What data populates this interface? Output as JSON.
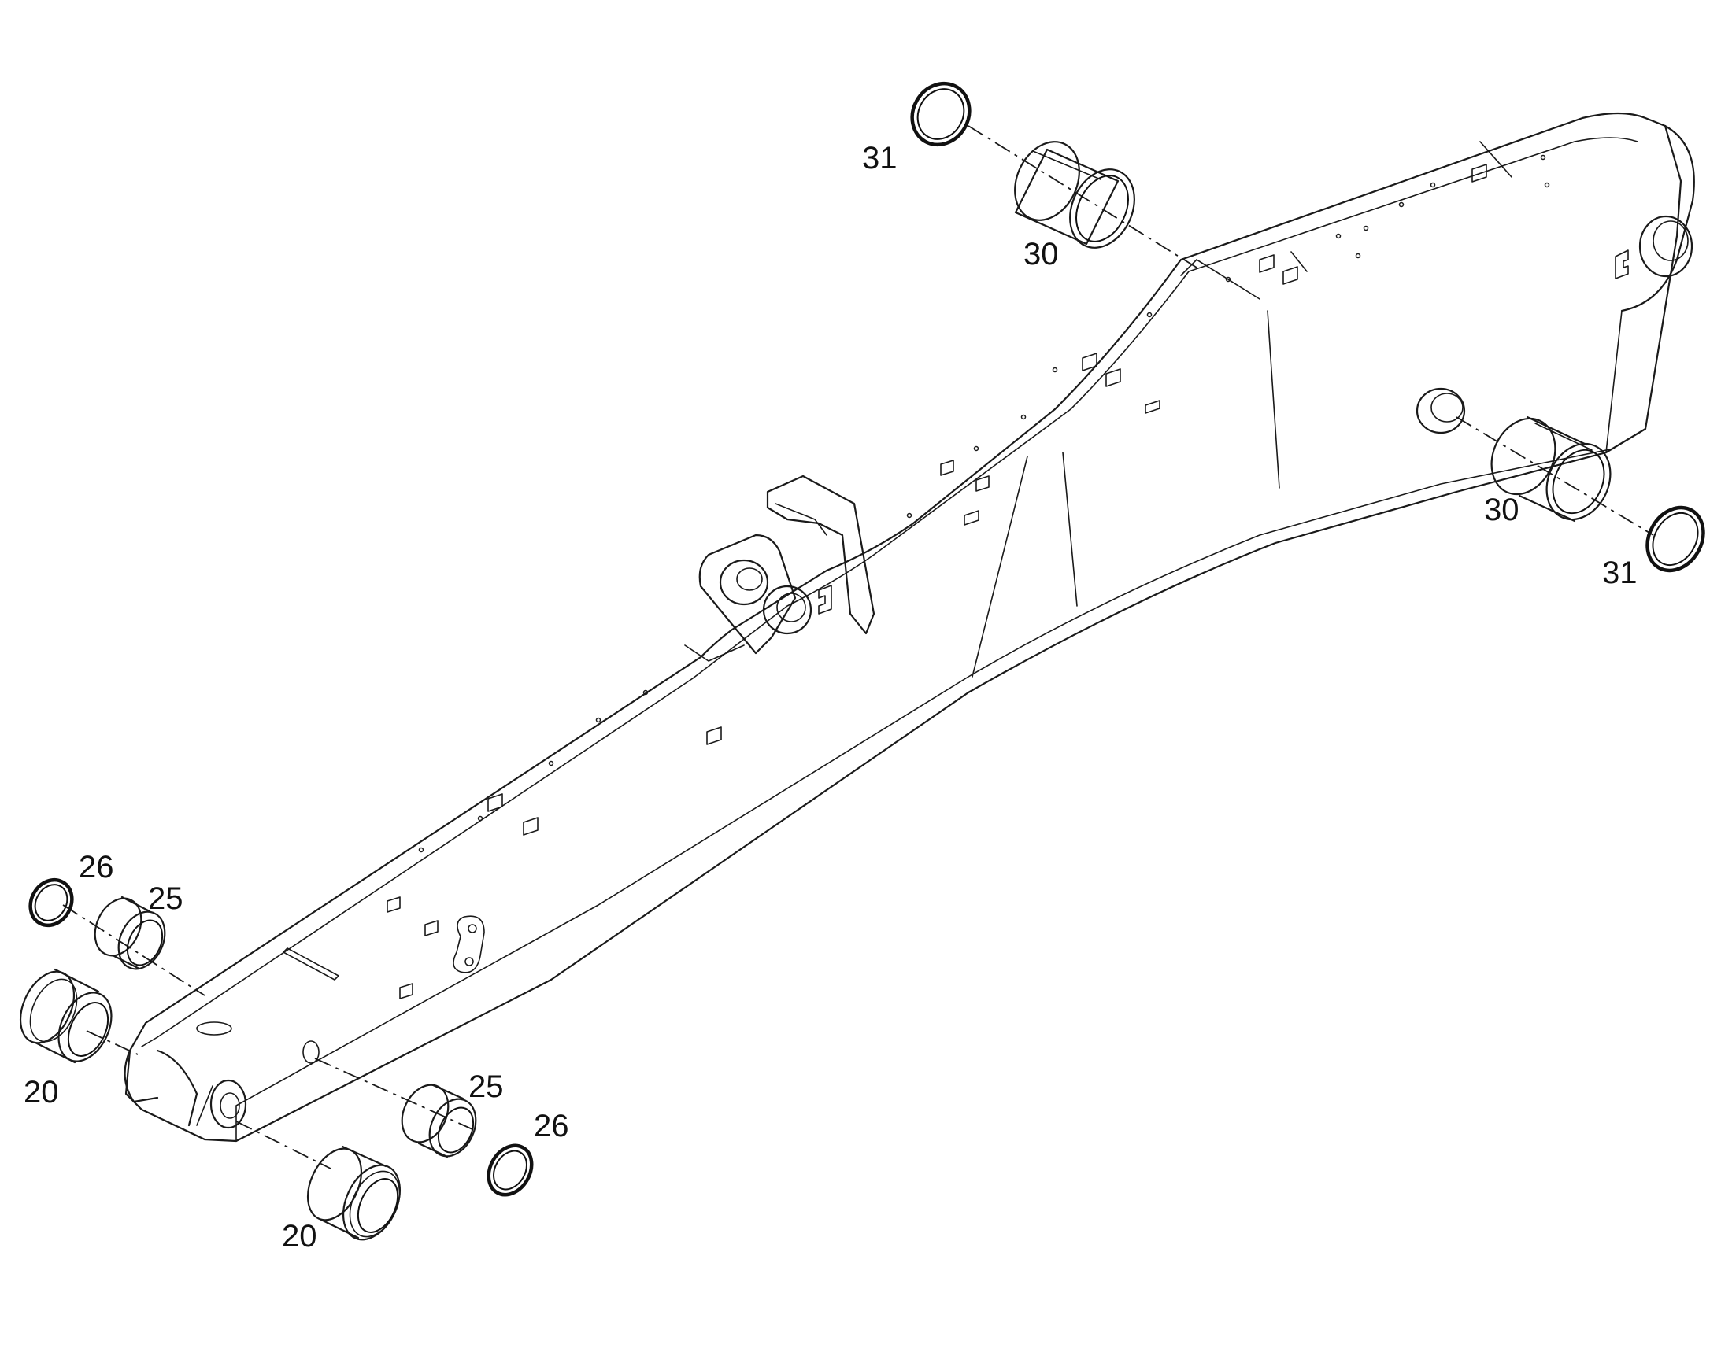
{
  "callouts": [
    {
      "id": "c31a",
      "text": "31"
    },
    {
      "id": "c30a",
      "text": "30"
    },
    {
      "id": "c30b",
      "text": "30"
    },
    {
      "id": "c31b",
      "text": "31"
    },
    {
      "id": "c26a",
      "text": "26"
    },
    {
      "id": "c25a",
      "text": "25"
    },
    {
      "id": "c20a",
      "text": "20"
    },
    {
      "id": "c25b",
      "text": "25"
    },
    {
      "id": "c26b",
      "text": "26"
    },
    {
      "id": "c20b",
      "text": "20"
    }
  ],
  "colors": {
    "line": "#1a1a1a",
    "background": "#ffffff"
  }
}
